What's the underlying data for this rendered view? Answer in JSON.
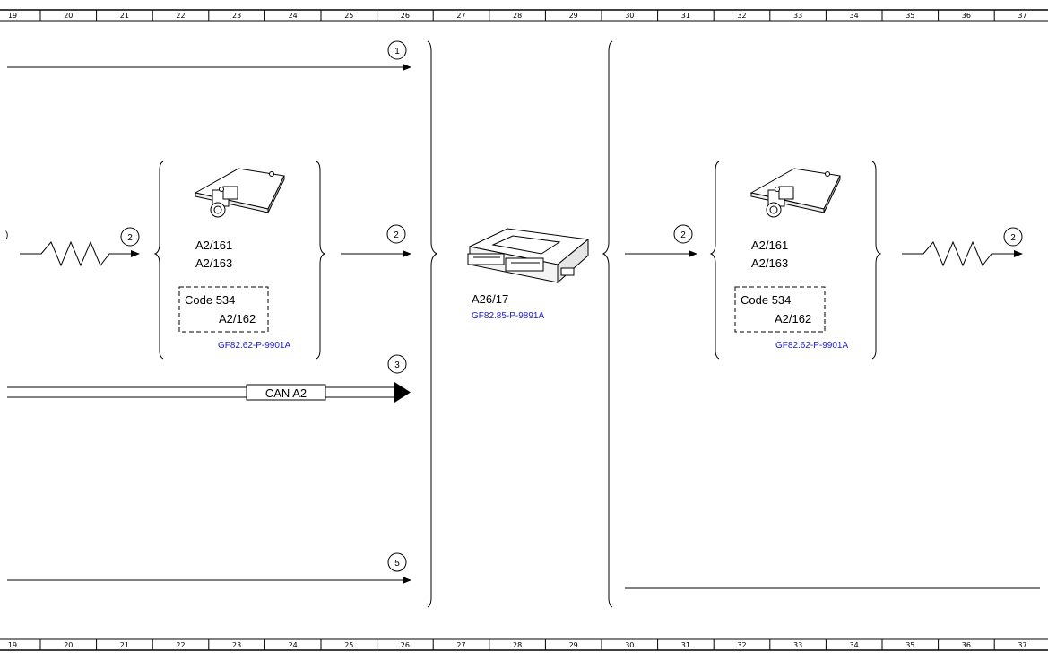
{
  "ruler": {
    "numbers": [
      "19",
      "20",
      "21",
      "22",
      "23",
      "24",
      "25",
      "26",
      "27",
      "28",
      "29",
      "30",
      "31",
      "32",
      "33",
      "34",
      "35",
      "36",
      "37"
    ]
  },
  "connections": {
    "c1": "1",
    "c2a": "2",
    "c2b": "2",
    "c2c": "2",
    "c2d": "2",
    "c3": "3",
    "c5": "5"
  },
  "left_block": {
    "label1": "A2/161",
    "label2": "A2/163",
    "code": "Code 534",
    "code_label": "A2/162",
    "ref": "GF82.62-P-9901A"
  },
  "center_block": {
    "label": "A26/17",
    "ref": "GF82.85-P-9891A"
  },
  "right_block": {
    "label1": "A2/161",
    "label2": "A2/163",
    "code": "Code 534",
    "code_label": "A2/162",
    "ref": "GF82.62-P-9901A"
  },
  "bus": {
    "label": "CAN A2"
  }
}
